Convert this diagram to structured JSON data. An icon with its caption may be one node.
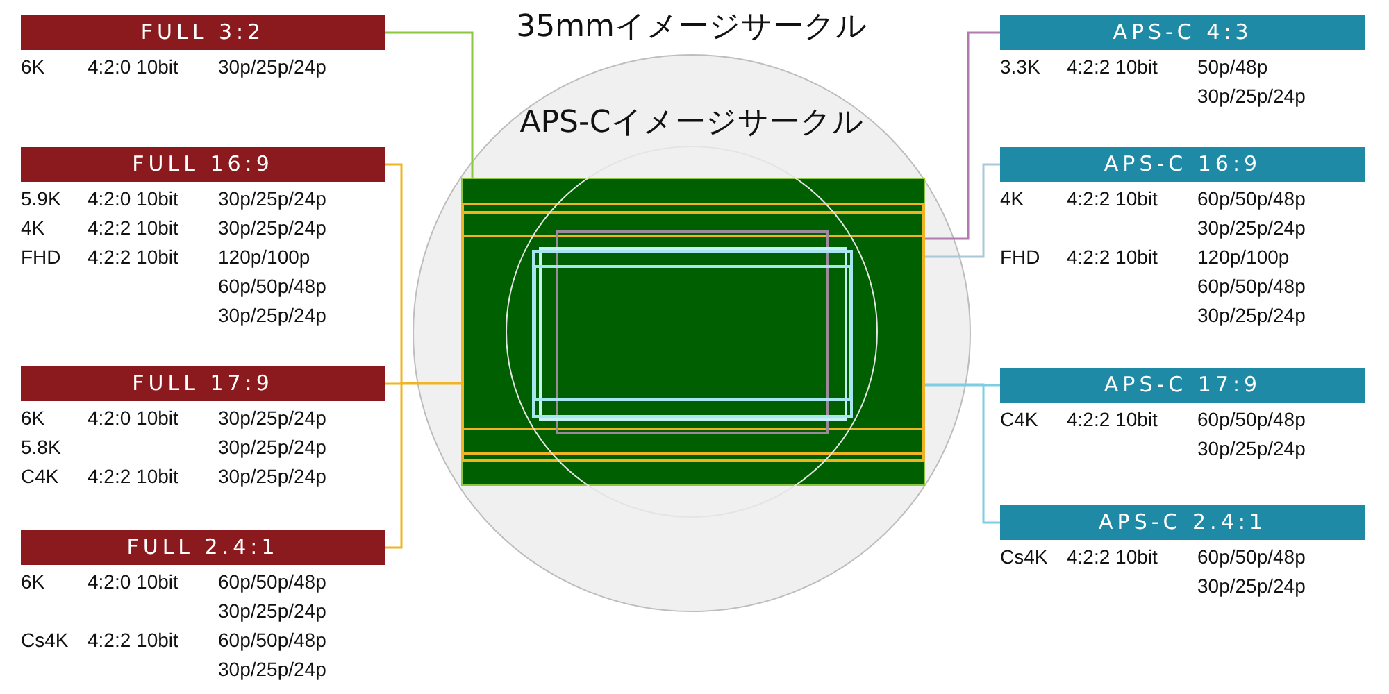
{
  "diagram": {
    "nodes": [
      {
        "text": [
          "35mmイメージサークル"
        ]
      },
      {
        "text": [
          "APS-Cイメージサークル"
        ],
        "in": 0
      },
      {
        "text": [],
        "shape": "box",
        "in": 0
      },
      {
        "text": [],
        "shape": "box",
        "in": 2
      },
      {
        "text": [],
        "shape": "box",
        "in": 3
      },
      {
        "text": [],
        "shape": "box",
        "in": 4
      },
      {
        "text": [],
        "shape": "box",
        "in": 5
      },
      {
        "text": [],
        "shape": "box",
        "in": 5
      },
      {
        "text": [],
        "shape": "box",
        "in": 5
      },
      {
        "text": [],
        "shape": "box",
        "in": 7
      },
      {
        "text": [
          "FULL 3:2"
        ],
        "beside": [
          "6K",
          "4:2:0 10bit",
          "30p/25p/24p"
        ]
      },
      {
        "text": [
          "FULL 16:9"
        ],
        "beside": [
          "5.9K",
          "4:2:0 10bit",
          "30p/25p/24p",
          "4K",
          "4:2:2 10bit",
          "30p/25p/24p",
          "FHD",
          "4:2:2 10bit",
          "120p/100p 60p/50p/48p 30p/25p/24p"
        ]
      },
      {
        "text": [
          "FULL 17:9"
        ],
        "beside": [
          "6K",
          "4:2:0 10bit",
          "30p/25p/24p",
          "5.8K",
          "30p/25p/24p",
          "C4K",
          "4:2:2 10bit",
          "30p/25p/24p"
        ]
      },
      {
        "text": [
          "FULL 2.4:1"
        ],
        "beside": [
          "6K",
          "4:2:0 10bit",
          "60p/50p/48p 30p/25p/24p",
          "Cs4K",
          "4:2:2 10bit",
          "60p/50p/48p 30p/25p/24p"
        ]
      },
      {
        "text": [
          "APS-C 4:3"
        ],
        "beside": [
          "3.3K",
          "4:2:2 10bit",
          "50p/48p 30p/25p/24p"
        ]
      },
      {
        "text": [
          "APS-C 16:9"
        ],
        "beside": [
          "4K",
          "4:2:2 10bit",
          "60p/50p/48p 30p/25p/24p",
          "FHD",
          "4:2:2 10bit",
          "120p/100p 60p/50p/48p 30p/25p/24p"
        ]
      },
      {
        "text": [
          "APS-C 17:9"
        ],
        "beside": [
          "C4K",
          "4:2:2 10bit",
          "60p/50p/48p 30p/25p/24p"
        ]
      },
      {
        "text": [
          "APS-C 2.4:1"
        ],
        "beside": [
          "Cs4K",
          "4:2:2 10bit",
          "60p/50p/48p 30p/25p/24p"
        ]
      }
    ],
    "edges": [
      {
        "from": 10,
        "to": 2,
        "arrow": "none",
        "color": "#8dc63f"
      },
      {
        "from": 11,
        "to": 3,
        "arrow": "none",
        "color": "#f0b323"
      },
      {
        "from": 12,
        "to": 4,
        "arrow": "none",
        "color": "#f0b323"
      },
      {
        "from": 13,
        "to": 5,
        "arrow": "none",
        "color": "#f0b323"
      },
      {
        "from": 14,
        "to": 6,
        "arrow": "none",
        "color": "#b07cb0"
      },
      {
        "from": 15,
        "to": 7,
        "arrow": "none",
        "color": "#a9c8d8"
      },
      {
        "from": 16,
        "to": 8,
        "arrow": "none",
        "color": "#7fcde3"
      },
      {
        "from": 17,
        "to": 9,
        "arrow": "none",
        "color": "#7fcde3"
      }
    ]
  }
}
